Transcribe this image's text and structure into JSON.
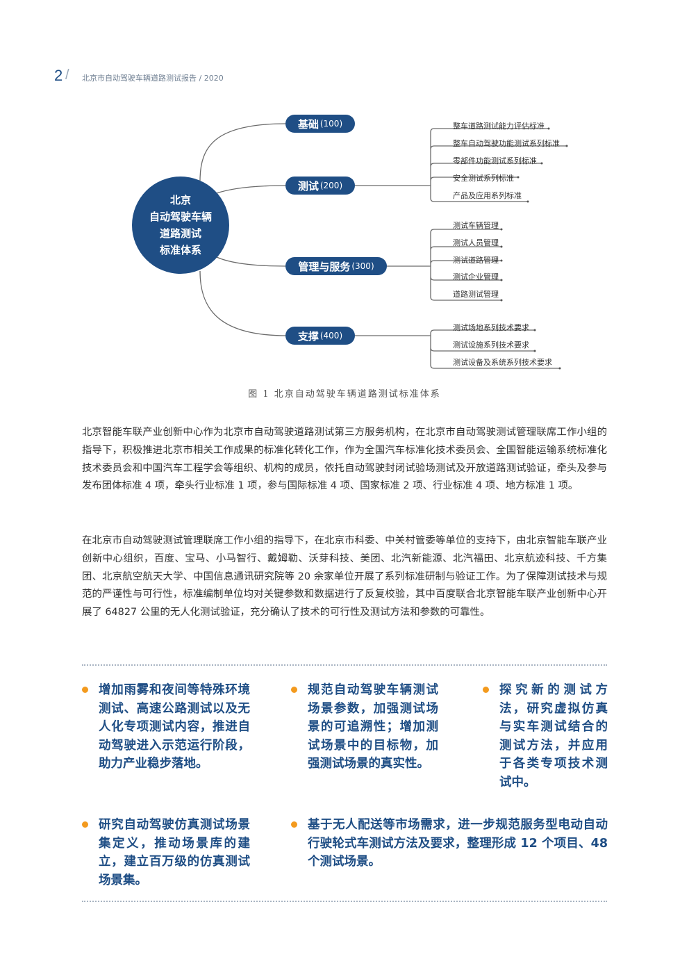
{
  "header": {
    "page_number": "2",
    "slash": "/",
    "title": "北京市自动驾驶车辆道路测试报告 / 2020"
  },
  "diagram": {
    "root_lines": [
      "北京",
      "自动驾驶车辆",
      "道路测试",
      "标准体系"
    ],
    "branches": [
      {
        "label": "基础",
        "code": "(100)",
        "leaves": []
      },
      {
        "label": "测试",
        "code": "(200)",
        "leaves": [
          "整车道路测试能力评估标准",
          "整车自动驾驶功能测试系列标准",
          "零部件功能测试系列标准",
          "安全测试系列标准",
          "产品及应用系列标准"
        ]
      },
      {
        "label": "管理与服务",
        "code": "(300)",
        "leaves": [
          "测试车辆管理",
          "测试人员管理",
          "测试道路管理",
          "测试企业管理",
          "道路测试管理"
        ]
      },
      {
        "label": "支撑",
        "code": "(400)",
        "leaves": [
          "测试场地系列技术要求",
          "测试设施系列技术要求",
          "测试设备及系统系列技术要求"
        ]
      }
    ],
    "colors": {
      "primary": "#1f4e85",
      "line": "#6b6b6b"
    }
  },
  "caption": "图 1 北京自动驾驶车辆道路测试标准体系",
  "paragraphs": [
    "北京智能车联产业创新中心作为北京市自动驾驶道路测试第三方服务机构，在北京市自动驾驶测试管理联席工作小组的指导下，积极推进北京市相关工作成果的标准化转化工作，作为全国汽车标准化技术委员会、全国智能运输系统标准化技术委员会和中国汽车工程学会等组织、机构的成员，依托自动驾驶封闭试验场测试及开放道路测试验证，牵头及参与发布团体标准 4 项，牵头行业标准 1 项，参与国际标准 4 项、国家标准 2 项、行业标准 4 项、地方标准 1 项。",
    "在北京市自动驾驶测试管理联席工作小组的指导下，在北京市科委、中关村管委等单位的支持下，由北京智能车联产业创新中心组织，百度、宝马、小马智行、戴姆勒、沃芽科技、美团、北汽新能源、北汽福田、北京航迹科技、千方集团、北京航空航天大学、中国信息通讯研究院等 20 余家单位开展了系列标准研制与验证工作。为了保障测试技术与规范的严谨性与可行性，标准编制单位均对关键参数和数据进行了反复校验，其中百度联合北京智能车联产业创新中心开展了 64827 公里的无人化测试验证，充分确认了技术的可行性及测试方法和参数的可靠性。"
  ],
  "bullets": [
    "增加雨雾和夜间等特殊环境测试、高速公路测试以及无人化专项测试内容，推进自动驾驶进入示范运行阶段，助力产业稳步落地。",
    "规范自动驾驶车辆测试场景参数，加强测试场景的可追溯性；增加测试场景中的目标物，加强测试场景的真实性。",
    "探究新的测试方法，研究虚拟仿真与实车测试结合的测试方法，并应用于各类专项技术测试中。",
    "研究自动驾驶仿真测试场景集定义，推动场景库的建立，建立百万级的仿真测试场景集。",
    "基于无人配送等市场需求，进一步规范服务型电动自动行驶轮式车测试方法及要求，整理形成 12 个项目、48 个测试场景。"
  ],
  "accent_color": "#f39a1e"
}
